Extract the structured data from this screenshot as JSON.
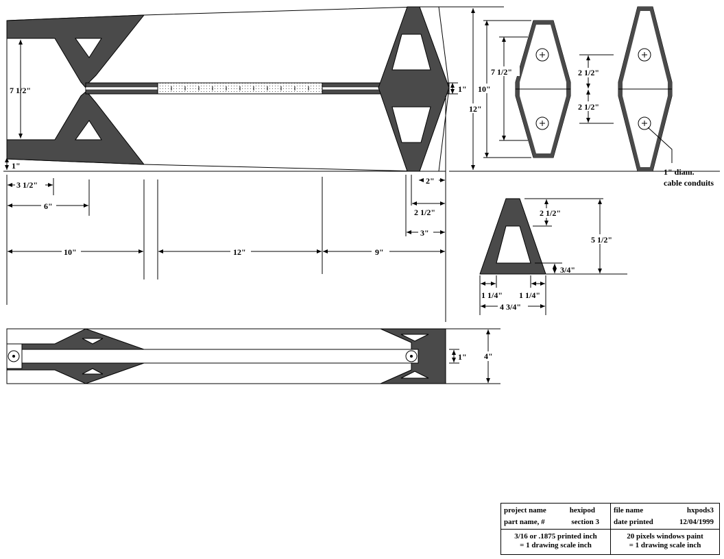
{
  "dimensions": {
    "arm_fork_height": "7  1/2\"",
    "arm_fork_edge": "1\"",
    "fork_step_1": "3  1/2\"",
    "fork_step_2": "6\"",
    "run_1": "10\"",
    "run_2": "12\"",
    "run_3": "9\"",
    "shaft_width": "1\"",
    "end_plate_inner": "10\"",
    "end_plate_outer": "12\"",
    "end_offset_1": "2\"",
    "end_offset_2": "2  1/2\"",
    "end_offset_3": "3\"",
    "pad_height": "7  1/2\"",
    "pad_hole_spacing_upper": "2  1/2\"",
    "pad_hole_spacing_lower": "2  1/2\"",
    "conduit_note_line1": "1\" diam.",
    "conduit_note_line2": "cable conduits",
    "tri_top": "2  1/2\"",
    "tri_height": "5  1/2\"",
    "tri_base": "3/4\"",
    "tri_left": "1 1/4\"",
    "tri_right": "1 1/4\"",
    "tri_width": "4  3/4\"",
    "bottom_shaft": "1\"",
    "bottom_height": "4\""
  },
  "title_block": {
    "project_label": "project name",
    "project_value": "hexipod",
    "part_label": "part name, #",
    "part_value": "section  3",
    "file_label": "file name",
    "file_value": "hxpods3",
    "date_label": "date printed",
    "date_value": "12/04/1999",
    "scale_note_1_line1": "3/16 or .1875 printed inch",
    "scale_note_1_line2": "= 1 drawing scale inch",
    "scale_note_2_line1": "20 pixels windows paint",
    "scale_note_2_line2": "= 1 drawing scale inch"
  }
}
